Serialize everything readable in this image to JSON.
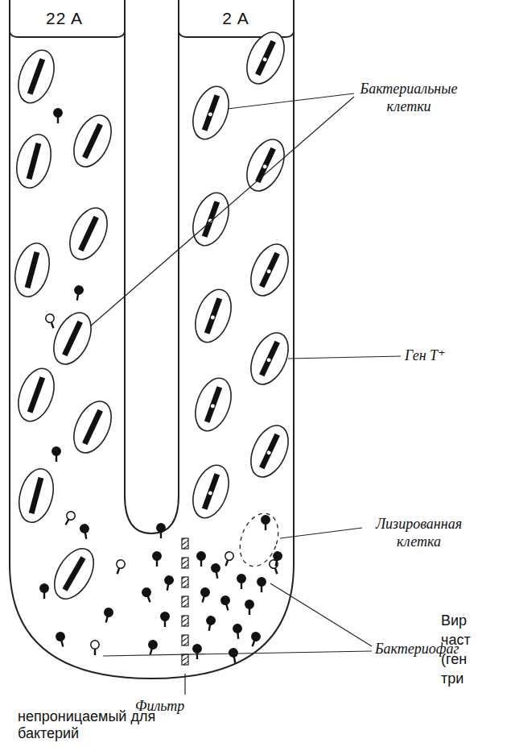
{
  "diagram": {
    "labels": [
      "22 A",
      "2 A",
      "Бактериальные клетки",
      "Ген T⁺",
      "Лизированная клетка",
      "Бактериофаг",
      "Фильтр",
      "непроницаемый для бактерий",
      "Вир",
      "част",
      "(ген",
      "три"
    ]
  }
}
